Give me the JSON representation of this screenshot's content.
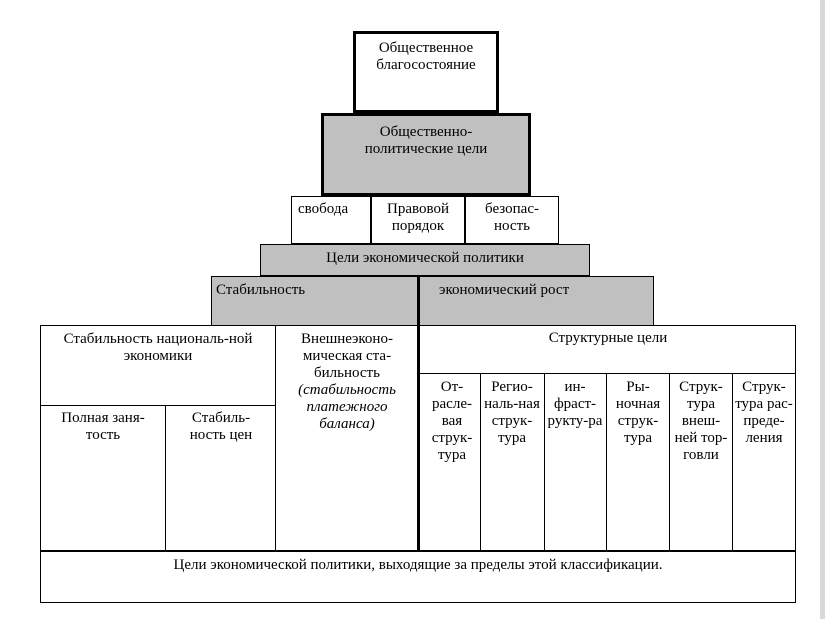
{
  "diagram": {
    "top": "Общественное благосостояние",
    "political_goals": "Общественно-политические цели",
    "political_items": [
      "свобода",
      "Правовой порядок",
      "безопас-ность"
    ],
    "economic_policy_goals": "Цели экономической политики",
    "stability": "Стабильность",
    "growth": "экономический рост",
    "national_stability": "Стабильность националь-ной экономики",
    "external_stability": "Внешнеэконо-мическая ста-бильность",
    "external_stability_note": "(стабильность платежного баланса)",
    "full_employment": "Полная заня-тость",
    "price_stability": "Стабиль-ность цен",
    "structural_goals": "Структурные цели",
    "structural_items": [
      "От-расле-вая струк-тура",
      "Регио-наль-ная струк-тура",
      "ин-фраст-рукту-ра",
      "Ры-ночная струк-тура",
      "Струк-тура внеш-ней тор-говли",
      "Струк-тура рас-преде-ления"
    ],
    "footer": "Цели экономической политики, выходящие за пределы этой классификации."
  }
}
